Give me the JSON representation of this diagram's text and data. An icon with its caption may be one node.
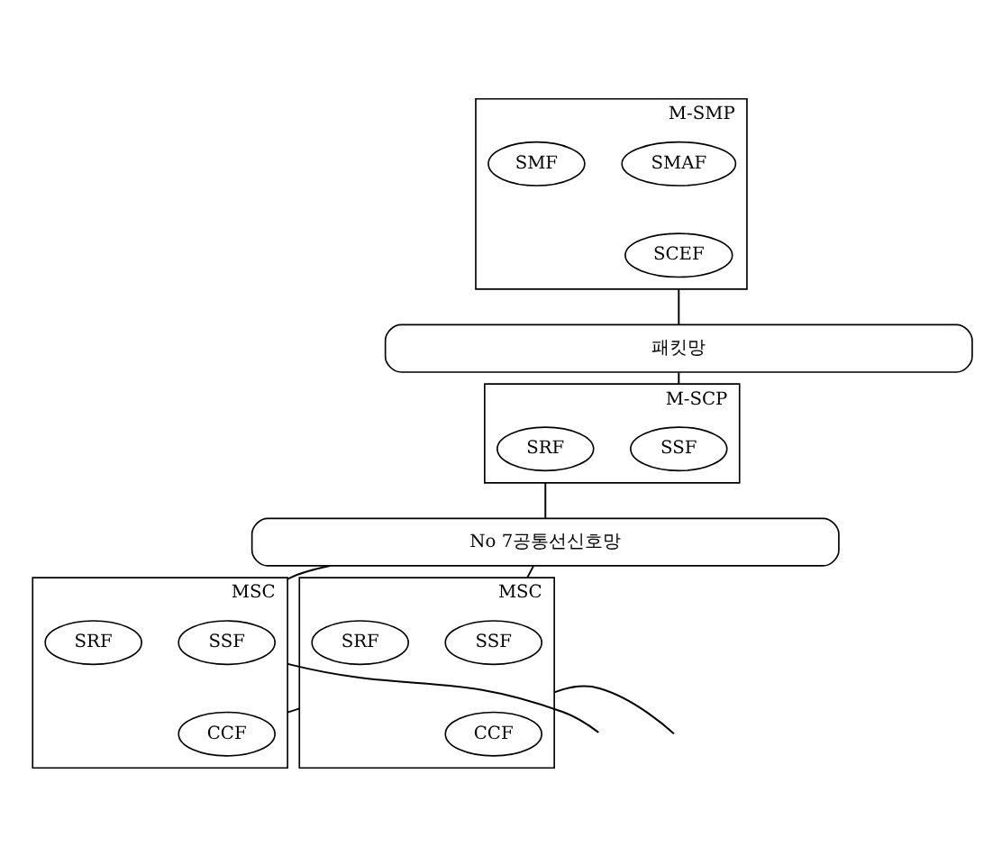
{
  "diagram": {
    "nodes": [
      {
        "text": [
          "M-SMP"
        ]
      },
      {
        "text": [
          "SMAF"
        ],
        "in": 0
      },
      {
        "text": [
          "SMF"
        ],
        "in": 0
      },
      {
        "text": [
          "SCEF"
        ],
        "in": 0
      },
      {
        "text": [
          "패킷망"
        ]
      },
      {
        "text": [
          "M-SCP"
        ]
      },
      {
        "text": [
          "SSF"
        ],
        "in": 5
      },
      {
        "text": [
          "SRF"
        ],
        "in": 5
      },
      {
        "text": [
          "No 7공통선신호망"
        ]
      },
      {
        "text": [
          "MSC"
        ]
      },
      {
        "text": [
          "SSF"
        ],
        "in": 9
      },
      {
        "text": [
          "SRF"
        ],
        "in": 9
      },
      {
        "text": [
          "CCF"
        ],
        "in": 9
      },
      {
        "text": [
          "MSC"
        ]
      },
      {
        "text": [
          "SSF"
        ],
        "in": 13
      },
      {
        "text": [
          "SRF"
        ],
        "in": 13
      },
      {
        "text": [
          "CCF"
        ],
        "in": 13
      }
    ],
    "edges": [
      {
        "from": 0,
        "to": 4,
        "arrow": "none"
      },
      {
        "from": 4,
        "to": 5,
        "arrow": "none"
      },
      {
        "from": 5,
        "to": 8,
        "arrow": "none"
      },
      {
        "from": 8,
        "to": 9,
        "arrow": "none"
      },
      {
        "from": 8,
        "to": 13,
        "arrow": "none"
      },
      {
        "from": null,
        "to": 9,
        "arrow": "none"
      },
      {
        "from": 9,
        "to": 13,
        "arrow": "none"
      },
      {
        "from": 13,
        "to": null,
        "arrow": "none"
      }
    ]
  }
}
